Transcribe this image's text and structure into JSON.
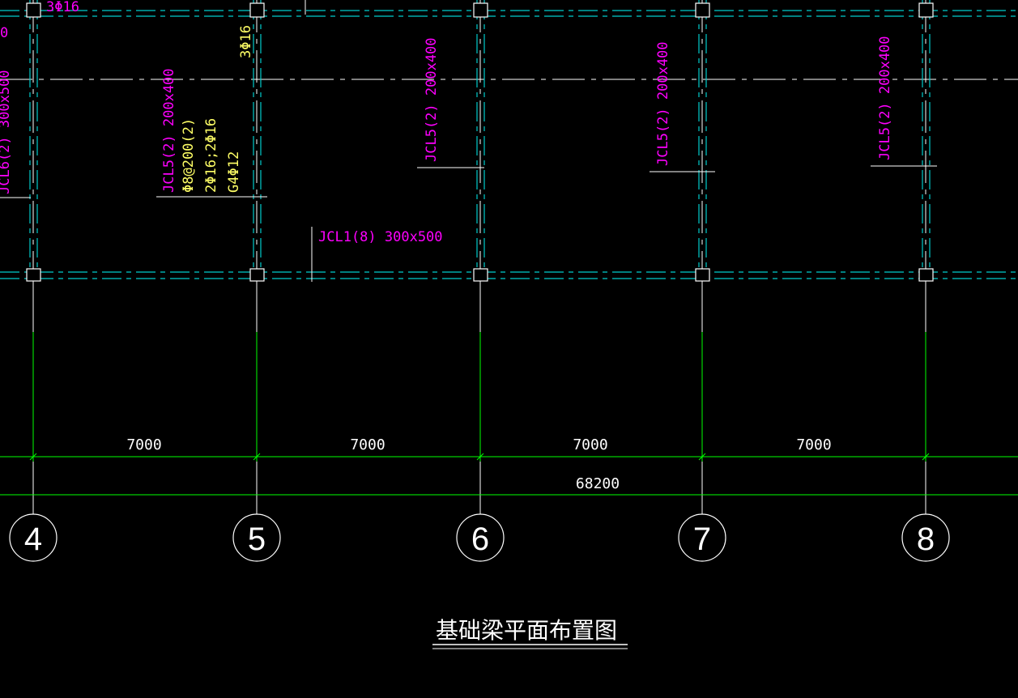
{
  "colors": {
    "background": "#000000",
    "beam_line": "#00cccc",
    "grid_line": "#ffffff",
    "dimension_line": "#00ff00",
    "beam_label": "#ff00ff",
    "rebar_label": "#ffff66",
    "leader_line": "#ffffff"
  },
  "labels": {
    "top_left_rebar": "3Φ16",
    "top_left_partial": "0",
    "left_edge_beam": "JCL6(2) 300x500",
    "col5_rebar": "3Φ16",
    "jcl5_a_name": "JCL5(2) 200x400",
    "jcl5_a_stirrup": "Φ8@200(2)",
    "jcl5_a_main": "2Φ16;2Φ16",
    "jcl5_a_side": "G4Φ12",
    "jcl5_b_name": "JCL5(2) 200x400",
    "jcl5_c_name": "JCL5(2) 200x400",
    "jcl5_d_name": "JCL5(2) 200x400",
    "jcl1_name": "JCL1(8) 300x500"
  },
  "dimensions": {
    "spans": [
      "7000",
      "7000",
      "7000",
      "7000"
    ],
    "total": "68200"
  },
  "axes": [
    "4",
    "5",
    "6",
    "7",
    "8"
  ],
  "drawing_title": "基础梁平面布置图"
}
